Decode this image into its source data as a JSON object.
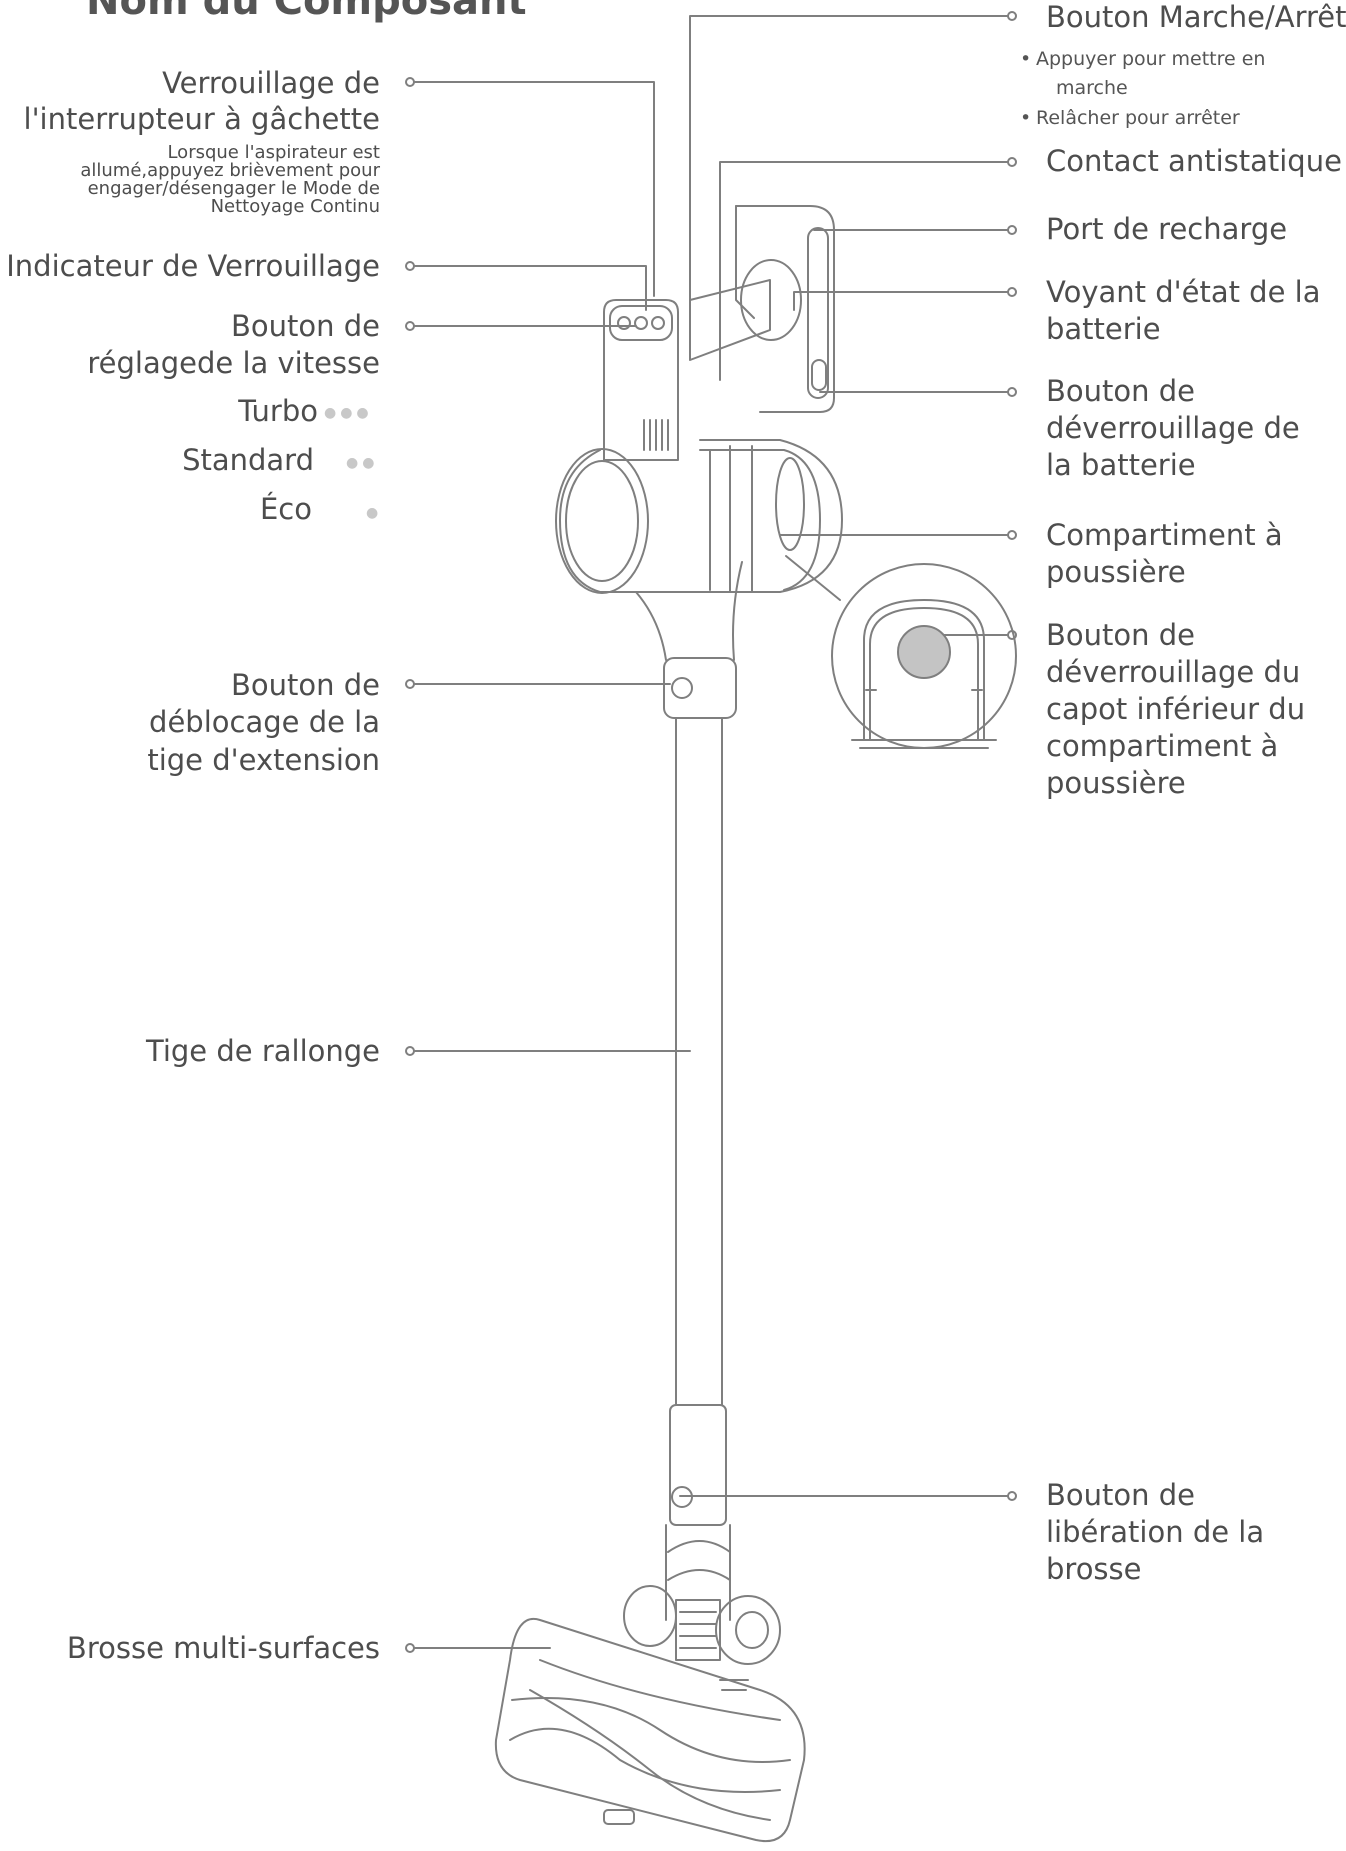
{
  "title": "Nom du Composant",
  "labels_left": {
    "trigger_lock": "Verrouillage de",
    "trigger_lock_2": "l'interrupteur à gâchette",
    "trigger_lock_desc_1": "Lorsque l'aspirateur est",
    "trigger_lock_desc_2": "allumé,appuyez brièvement pour",
    "trigger_lock_desc_3": "engager/désengager le Mode de",
    "trigger_lock_desc_4": "Nettoyage Continu",
    "lock_indicator": "Indicateur de Verrouillage",
    "speed_button_1": "Bouton de",
    "speed_button_2": "réglagede la vitesse",
    "turbo": "Turbo",
    "standard": "Standard",
    "eco": "Éco",
    "extension_release_1": "Bouton de",
    "extension_release_2": "déblocage de la",
    "extension_release_3": "tige d'extension",
    "extension_tube": "Tige de rallonge",
    "multi_brush": "Brosse multi-surfaces"
  },
  "labels_right": {
    "power_button": "Bouton Marche/Arrêt",
    "power_note_1a": "Appuyer pour mettre en",
    "power_note_1b": "marche",
    "power_note_2": "Relâcher pour arrêter",
    "antistatic": "Contact antistatique",
    "charging_port": "Port de recharge",
    "battery_status_1": "Voyant d'état de la",
    "battery_status_2": "batterie",
    "battery_release_1": "Bouton de",
    "battery_release_2": "déverrouillage de",
    "battery_release_3": "la batterie",
    "dust_bin_1": "Compartiment à",
    "dust_bin_2": "poussière",
    "dust_cover_1": "Bouton de",
    "dust_cover_2": "déverrouillage du",
    "dust_cover_3": "capot inférieur du",
    "dust_cover_4": "compartiment à",
    "dust_cover_5": "poussière",
    "brush_release_1": "Bouton de",
    "brush_release_2": "libération de la",
    "brush_release_3": "brosse"
  },
  "speed_dots": {
    "turbo": "●●●",
    "standard": "●●",
    "eco": "●"
  },
  "bullet": "•",
  "colors": {
    "line": "#7a7a7a",
    "text": "#4d4d4d",
    "dot": "#c8c8c8",
    "cover_button": "#c4c4c4"
  }
}
